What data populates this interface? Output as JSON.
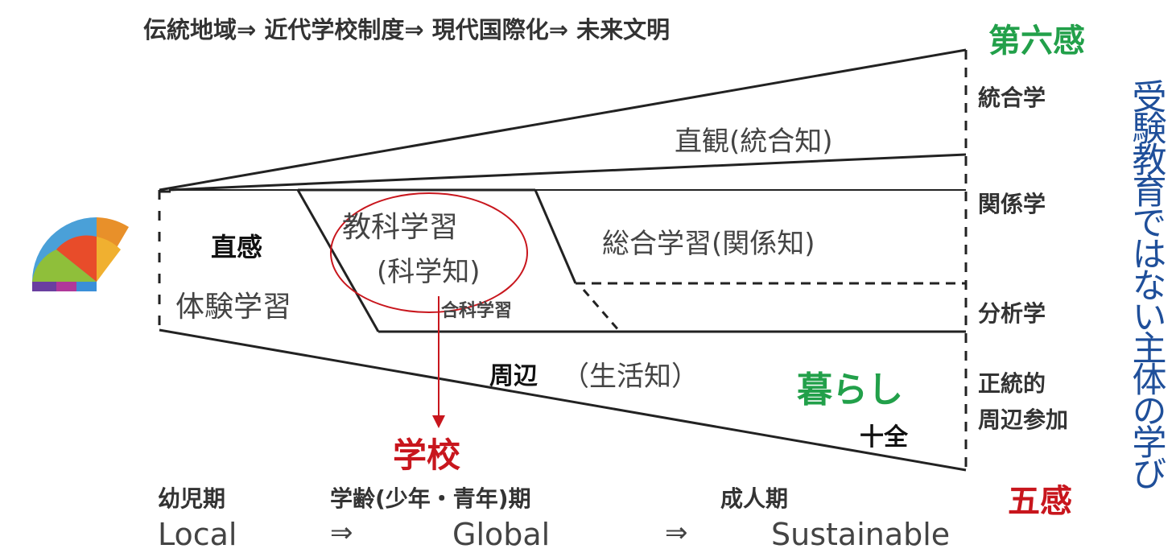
{
  "header": {
    "stages_line": "伝統地域⇒ 近代学校制度⇒ 現代国際化⇒ 未来文明"
  },
  "right_top": "第六感",
  "right_bottom": "五感",
  "side_labels": {
    "integration": "統合学",
    "relation": "関係学",
    "analysis": "分析学",
    "peripheral_1": "正統的",
    "peripheral_2": "周辺参加"
  },
  "vertical_text": "受験教育ではない主体の学び",
  "regions": {
    "intuition_integrated": "直観(統合知)",
    "direct_feeling": "直感",
    "experience_learning": "体験学習",
    "subject_learning": "教科学習",
    "science_knowledge": "(科学知)",
    "general_learning": "総合学習(関係知)",
    "combined_subject": "合科学習",
    "periphery": "周辺",
    "life_knowledge": "（生活知）",
    "living": "暮らし",
    "jyuzen": "十全",
    "school": "学校"
  },
  "bottom": {
    "periods": [
      "幼児期",
      "学齢(少年・青年)期",
      "成人期"
    ],
    "words": [
      "Local",
      "⇒",
      "Global",
      "⇒",
      "Sustainable"
    ]
  },
  "colors": {
    "green": "#22a04a",
    "red": "#c8161d",
    "blue_text": "#1f4f9a",
    "line": "#222222"
  },
  "icon": "quarter-sphere-logo-icon"
}
